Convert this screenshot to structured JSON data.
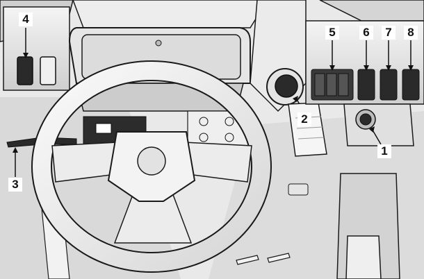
{
  "callouts": [
    {
      "label": "1",
      "part": "ignition-key-switch"
    },
    {
      "label": "2",
      "part": "horn-button"
    },
    {
      "label": "3",
      "part": "turn-signal-lever"
    },
    {
      "label": "4",
      "part": "left-rocker-switch"
    },
    {
      "label": "5",
      "part": "switch-panel-blanks"
    },
    {
      "label": "6",
      "part": "rocker-switch-6"
    },
    {
      "label": "7",
      "part": "rocker-switch-7"
    },
    {
      "label": "8",
      "part": "rocker-switch-8"
    }
  ],
  "colors": {
    "line": "#1a1a1a",
    "light": "#f2f2f2",
    "mid": "#d8d8d8",
    "dark": "#2a2a2a",
    "background": "#ffffff"
  }
}
